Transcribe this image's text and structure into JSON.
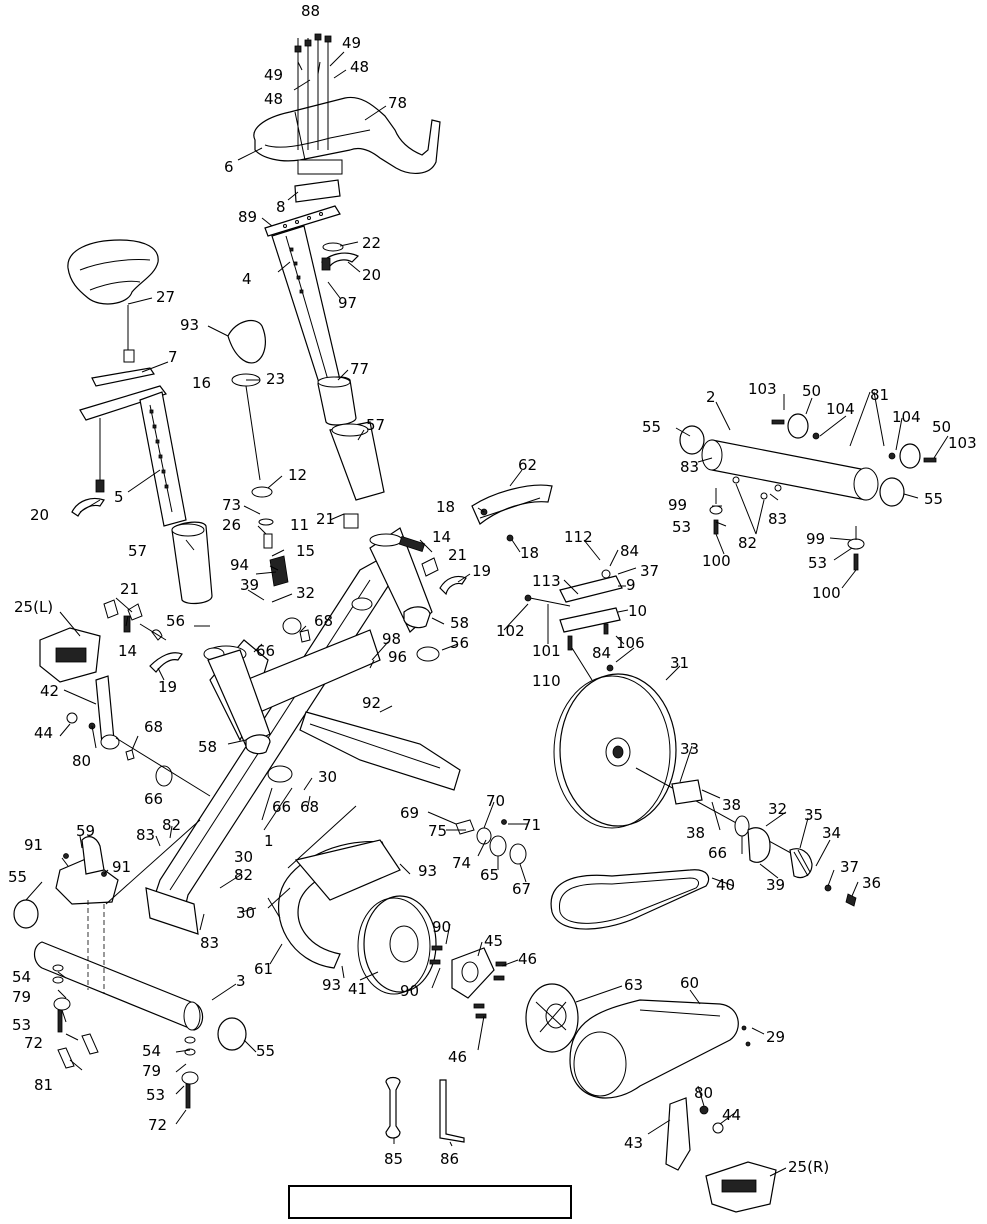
{
  "diagram": {
    "type": "exploded-parts-diagram",
    "callouts": [
      {
        "id": "c88",
        "text": "88"
      },
      {
        "id": "c49a",
        "text": "49"
      },
      {
        "id": "c49b",
        "text": "49"
      },
      {
        "id": "c48a",
        "text": "48"
      },
      {
        "id": "c48b",
        "text": "48"
      },
      {
        "id": "c78",
        "text": "78"
      },
      {
        "id": "c6",
        "text": "6"
      },
      {
        "id": "c8",
        "text": "8"
      },
      {
        "id": "c89",
        "text": "89"
      },
      {
        "id": "c22",
        "text": "22"
      },
      {
        "id": "c4",
        "text": "4"
      },
      {
        "id": "c20a",
        "text": "20"
      },
      {
        "id": "c97",
        "text": "97"
      },
      {
        "id": "c27",
        "text": "27"
      },
      {
        "id": "c93a",
        "text": "93"
      },
      {
        "id": "c7",
        "text": "7"
      },
      {
        "id": "c23",
        "text": "23"
      },
      {
        "id": "c16",
        "text": "16"
      },
      {
        "id": "c77",
        "text": "77"
      },
      {
        "id": "c57a",
        "text": "57"
      },
      {
        "id": "c5",
        "text": "5"
      },
      {
        "id": "c12",
        "text": "12"
      },
      {
        "id": "c73",
        "text": "73"
      },
      {
        "id": "c26",
        "text": "26"
      },
      {
        "id": "c11",
        "text": "11"
      },
      {
        "id": "c20b",
        "text": "20"
      },
      {
        "id": "c57b",
        "text": "57"
      },
      {
        "id": "c15",
        "text": "15"
      },
      {
        "id": "c94",
        "text": "94"
      },
      {
        "id": "c21a",
        "text": "21"
      },
      {
        "id": "c14a",
        "text": "14"
      },
      {
        "id": "c21b",
        "text": "21"
      },
      {
        "id": "c39a",
        "text": "39"
      },
      {
        "id": "c32a",
        "text": "32"
      },
      {
        "id": "c19a",
        "text": "19"
      },
      {
        "id": "c21c",
        "text": "21"
      },
      {
        "id": "c25L",
        "text": "25(L)"
      },
      {
        "id": "c56a",
        "text": "56"
      },
      {
        "id": "c68a",
        "text": "68"
      },
      {
        "id": "c58a",
        "text": "58"
      },
      {
        "id": "c14b",
        "text": "14"
      },
      {
        "id": "c66a",
        "text": "66"
      },
      {
        "id": "c98",
        "text": "98"
      },
      {
        "id": "c56b",
        "text": "56"
      },
      {
        "id": "c19b",
        "text": "19"
      },
      {
        "id": "c96",
        "text": "96"
      },
      {
        "id": "c42",
        "text": "42"
      },
      {
        "id": "c92",
        "text": "92"
      },
      {
        "id": "c44a",
        "text": "44"
      },
      {
        "id": "c68b",
        "text": "68"
      },
      {
        "id": "c80a",
        "text": "80"
      },
      {
        "id": "c58b",
        "text": "58"
      },
      {
        "id": "c66b",
        "text": "66"
      },
      {
        "id": "c66c",
        "text": "66"
      },
      {
        "id": "c68c",
        "text": "68"
      },
      {
        "id": "c30a",
        "text": "30"
      },
      {
        "id": "c1",
        "text": "1"
      },
      {
        "id": "c83a",
        "text": "83"
      },
      {
        "id": "c82a",
        "text": "82"
      },
      {
        "id": "c59",
        "text": "59"
      },
      {
        "id": "c91a",
        "text": "91"
      },
      {
        "id": "c91b",
        "text": "91"
      },
      {
        "id": "c55a",
        "text": "55"
      },
      {
        "id": "c30b",
        "text": "30"
      },
      {
        "id": "c93b",
        "text": "93"
      },
      {
        "id": "c82b",
        "text": "82"
      },
      {
        "id": "c30c",
        "text": "30"
      },
      {
        "id": "c83b",
        "text": "83"
      },
      {
        "id": "c61",
        "text": "61"
      },
      {
        "id": "c93c",
        "text": "93"
      },
      {
        "id": "c41",
        "text": "41"
      },
      {
        "id": "c3",
        "text": "3"
      },
      {
        "id": "c54a",
        "text": "54"
      },
      {
        "id": "c79a",
        "text": "79"
      },
      {
        "id": "c53a",
        "text": "53"
      },
      {
        "id": "c72a",
        "text": "72"
      },
      {
        "id": "c81a",
        "text": "81"
      },
      {
        "id": "c54b",
        "text": "54"
      },
      {
        "id": "c79b",
        "text": "79"
      },
      {
        "id": "c53b",
        "text": "53"
      },
      {
        "id": "c72b",
        "text": "72"
      },
      {
        "id": "c55b",
        "text": "55"
      },
      {
        "id": "c62",
        "text": "62"
      },
      {
        "id": "c18a",
        "text": "18"
      },
      {
        "id": "c18b",
        "text": "18"
      },
      {
        "id": "c112",
        "text": "112"
      },
      {
        "id": "c84a",
        "text": "84"
      },
      {
        "id": "c37a",
        "text": "37"
      },
      {
        "id": "c113",
        "text": "113"
      },
      {
        "id": "c9",
        "text": "9"
      },
      {
        "id": "c102",
        "text": "102"
      },
      {
        "id": "c10",
        "text": "10"
      },
      {
        "id": "c101",
        "text": "101"
      },
      {
        "id": "c84b",
        "text": "84"
      },
      {
        "id": "c106",
        "text": "106"
      },
      {
        "id": "c110",
        "text": "110"
      },
      {
        "id": "c31",
        "text": "31"
      },
      {
        "id": "c33",
        "text": "33"
      },
      {
        "id": "c38a",
        "text": "38"
      },
      {
        "id": "c38b",
        "text": "38"
      },
      {
        "id": "c69",
        "text": "69"
      },
      {
        "id": "c70",
        "text": "70"
      },
      {
        "id": "c71",
        "text": "71"
      },
      {
        "id": "c75",
        "text": "75"
      },
      {
        "id": "c74",
        "text": "74"
      },
      {
        "id": "c65",
        "text": "65"
      },
      {
        "id": "c67",
        "text": "67"
      },
      {
        "id": "c32b",
        "text": "32"
      },
      {
        "id": "c35",
        "text": "35"
      },
      {
        "id": "c34",
        "text": "34"
      },
      {
        "id": "c66d",
        "text": "66"
      },
      {
        "id": "c39b",
        "text": "39"
      },
      {
        "id": "c37b",
        "text": "37"
      },
      {
        "id": "c36",
        "text": "36"
      },
      {
        "id": "c40",
        "text": "40"
      },
      {
        "id": "c90a",
        "text": "90"
      },
      {
        "id": "c45",
        "text": "45"
      },
      {
        "id": "c46a",
        "text": "46"
      },
      {
        "id": "c90b",
        "text": "90"
      },
      {
        "id": "c63",
        "text": "63"
      },
      {
        "id": "c60",
        "text": "60"
      },
      {
        "id": "c29",
        "text": "29"
      },
      {
        "id": "c46b",
        "text": "46"
      },
      {
        "id": "c80b",
        "text": "80"
      },
      {
        "id": "c44b",
        "text": "44"
      },
      {
        "id": "c43",
        "text": "43"
      },
      {
        "id": "c25R",
        "text": "25(R)"
      },
      {
        "id": "c85",
        "text": "85"
      },
      {
        "id": "c86",
        "text": "86"
      },
      {
        "id": "c103a",
        "text": "103"
      },
      {
        "id": "c50a",
        "text": "50"
      },
      {
        "id": "c81b",
        "text": "81"
      },
      {
        "id": "c2",
        "text": "2"
      },
      {
        "id": "c104a",
        "text": "104"
      },
      {
        "id": "c104b",
        "text": "104"
      },
      {
        "id": "c50b",
        "text": "50"
      },
      {
        "id": "c103b",
        "text": "103"
      },
      {
        "id": "c55c",
        "text": "55"
      },
      {
        "id": "c83c",
        "text": "83"
      },
      {
        "id": "c55d",
        "text": "55"
      },
      {
        "id": "c99a",
        "text": "99"
      },
      {
        "id": "c83d",
        "text": "83"
      },
      {
        "id": "c53c",
        "text": "53"
      },
      {
        "id": "c82c",
        "text": "82"
      },
      {
        "id": "c100a",
        "text": "100"
      },
      {
        "id": "c99b",
        "text": "99"
      },
      {
        "id": "c53d",
        "text": "53"
      },
      {
        "id": "c100b",
        "text": "100"
      }
    ]
  }
}
